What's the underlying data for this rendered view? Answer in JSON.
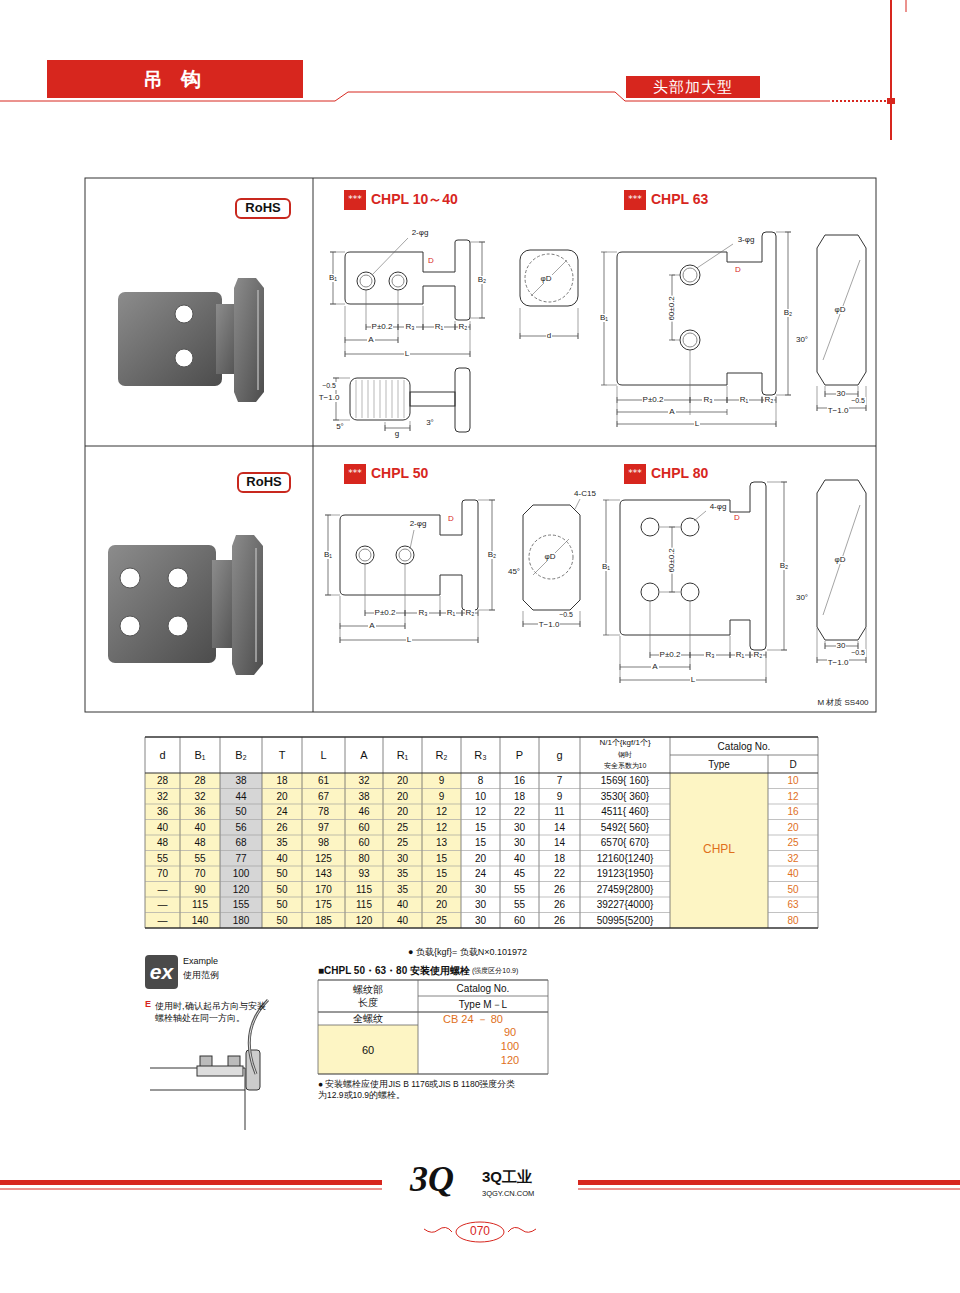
{
  "diagram": {
    "title": "吊 钩",
    "nodes": [
      {
        "text": [
          "头部加大型"
        ]
      },
      {
        "text": [
          "RoHS"
        ]
      },
      {
        "text": [
          "***",
          "CHPL 10～40"
        ]
      },
      {
        "text": [
          "***",
          "CHPL 63"
        ]
      },
      {
        "text": [
          "RoHS"
        ]
      },
      {
        "text": [
          "***",
          "CHPL 50"
        ]
      },
      {
        "text": [
          "***",
          "CHPL 80"
        ]
      },
      {
        "text": [
          "ex"
        ]
      }
    ],
    "labels": [
      "2-φg",
      "D",
      "B₁",
      "B₂",
      "P±0.2",
      "R₃",
      "R₁",
      "R₂",
      "A",
      "L",
      "−0.5",
      "T−1.0",
      "5°",
      "g",
      "3°",
      "φD",
      "d",
      "3-φg",
      "D",
      "B₁",
      "60±0.2",
      "B₂",
      "P±0.2",
      "R₃",
      "R₁",
      "R₂",
      "A",
      "L",
      "φD",
      "30°",
      "30",
      "−0.5",
      "T−1.0",
      "2-φg",
      "D",
      "B₁",
      "B₂",
      "P±0.2",
      "R₃",
      "R₁",
      "R₂",
      "A",
      "L",
      "4-C15",
      "φD",
      "45°",
      "−0.5",
      "T−1.0",
      "4-φg",
      "D",
      "B₁",
      "60±0.2",
      "B₂",
      "P±0.2",
      "R₃",
      "R₁",
      "R₂",
      "A",
      "L",
      "φD",
      "30°",
      "30",
      "−0.5",
      "T−1.0",
      "M 材质 SS400",
      "d",
      "B₁",
      "B₂",
      "T",
      "L",
      "A",
      "R₁",
      "R₂",
      "R₃",
      "P",
      "g",
      "N/1个{kgf/1个}",
      "钢时",
      "安全系数为10",
      "Catalog No.",
      "Type",
      "D",
      "28",
      "28",
      "38",
      "18",
      "61",
      "32",
      "20",
      "9",
      "8",
      "16",
      "7",
      "1569{ 160}",
      "32",
      "32",
      "44",
      "20",
      "67",
      "38",
      "20",
      "9",
      "10",
      "18",
      "9",
      "3530{ 360}",
      "36",
      "36",
      "50",
      "24",
      "78",
      "46",
      "20",
      "12",
      "12",
      "22",
      "11",
      "4511{ 460}",
      "40",
      "40",
      "56",
      "26",
      "97",
      "60",
      "25",
      "12",
      "15",
      "30",
      "14",
      "5492{ 560}",
      "48",
      "48",
      "68",
      "35",
      "98",
      "60",
      "25",
      "13",
      "15",
      "30",
      "14",
      "6570{ 670}",
      "55",
      "55",
      "77",
      "40",
      "125",
      "80",
      "30",
      "15",
      "20",
      "40",
      "18",
      "12160{1240}",
      "70",
      "70",
      "100",
      "50",
      "143",
      "93",
      "35",
      "15",
      "24",
      "45",
      "22",
      "19123{1950}",
      "—",
      "90",
      "120",
      "50",
      "170",
      "115",
      "35",
      "20",
      "30",
      "55",
      "26",
      "27459{2800}",
      "—",
      "115",
      "155",
      "50",
      "175",
      "115",
      "40",
      "20",
      "30",
      "55",
      "26",
      "39227{4000}",
      "—",
      "140",
      "180",
      "50",
      "185",
      "120",
      "40",
      "25",
      "30",
      "60",
      "26",
      "50995{5200}",
      "CHPL",
      "10",
      "12",
      "16",
      "20",
      "25",
      "32",
      "40",
      "50",
      "63",
      "80",
      "● 负载{kgf}= 负载N×0.101972",
      "■CHPL 50・63・80 安装使用螺栓",
      "(强度区分10.9)",
      "螺纹部 长度",
      "Catalog No.",
      "Type M－L",
      "全螺纹",
      "60",
      "CB 24 － 80",
      "90",
      "100",
      "120",
      "● 安装螺栓应使用JIS B 1176或JIS B 1180强度分类 为12.9或10.9的螺栓。",
      "Example",
      "使用范例",
      "E",
      "使用时,确认起吊方向与安装 螺栓轴处在同一方向。",
      "3Q",
      "3Q工业",
      "3QGY.CN.COM",
      "070"
    ]
  }
}
